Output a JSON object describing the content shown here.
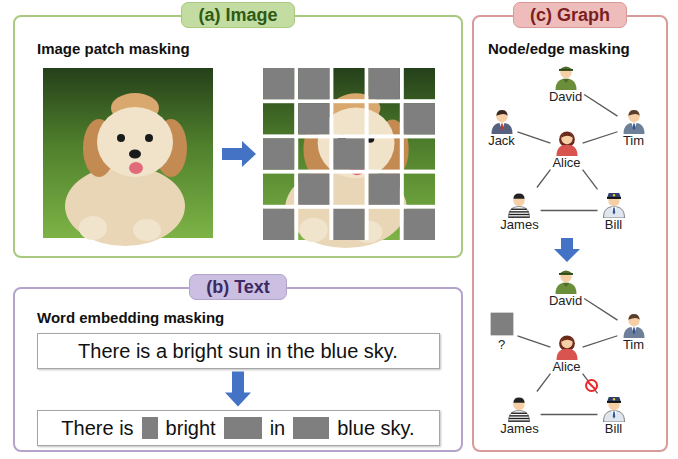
{
  "diagram": {
    "nodes": [
      {
        "text": [
          "(a) Image",
          "Image patch masking"
        ]
      },
      {
        "text": [
          "(b) Text",
          "Word embedding masking"
        ]
      },
      {
        "text": [
          "There is a bright sun in the blue sky."
        ],
        "in": 1
      },
      {
        "text": [
          "There is",
          "bright",
          "in",
          "blue sky."
        ],
        "in": 1
      },
      {
        "text": [
          "(c) Graph",
          "Node/edge masking"
        ]
      },
      {
        "text": [
          "David"
        ],
        "in": 4
      },
      {
        "text": [
          "Jack"
        ],
        "in": 4
      },
      {
        "text": [
          "Tim"
        ],
        "in": 4
      },
      {
        "text": [
          "Alice"
        ],
        "in": 4
      },
      {
        "text": [
          "James"
        ],
        "in": 4
      },
      {
        "text": [
          "Bill"
        ],
        "in": 4
      },
      {
        "text": [
          "David"
        ],
        "in": 4
      },
      {
        "text": [
          "?"
        ],
        "in": 4
      },
      {
        "text": [
          "Tim"
        ],
        "in": 4
      },
      {
        "text": [
          "Alice"
        ],
        "in": 4
      },
      {
        "text": [
          "James"
        ],
        "in": 4
      },
      {
        "text": [
          "Bill"
        ],
        "in": 4
      }
    ],
    "edges": [
      {
        "from": 2,
        "to": 3,
        "arrow": "to"
      },
      {
        "from": 5,
        "to": 7,
        "arrow": "none"
      },
      {
        "from": 6,
        "to": 8,
        "arrow": "none"
      },
      {
        "from": 8,
        "to": 7,
        "arrow": "none"
      },
      {
        "from": 8,
        "to": 9,
        "arrow": "none"
      },
      {
        "from": 8,
        "to": 10,
        "arrow": "none"
      },
      {
        "from": 9,
        "to": 10,
        "arrow": "none"
      },
      {
        "from": 11,
        "to": 13,
        "arrow": "none"
      },
      {
        "from": 12,
        "to": 14,
        "arrow": "none"
      },
      {
        "from": 14,
        "to": 13,
        "arrow": "none"
      },
      {
        "from": 14,
        "to": 15,
        "arrow": "none"
      },
      {
        "from": 14,
        "to": 16,
        "arrow": "none"
      },
      {
        "from": 15,
        "to": 16,
        "arrow": "none"
      }
    ]
  }
}
